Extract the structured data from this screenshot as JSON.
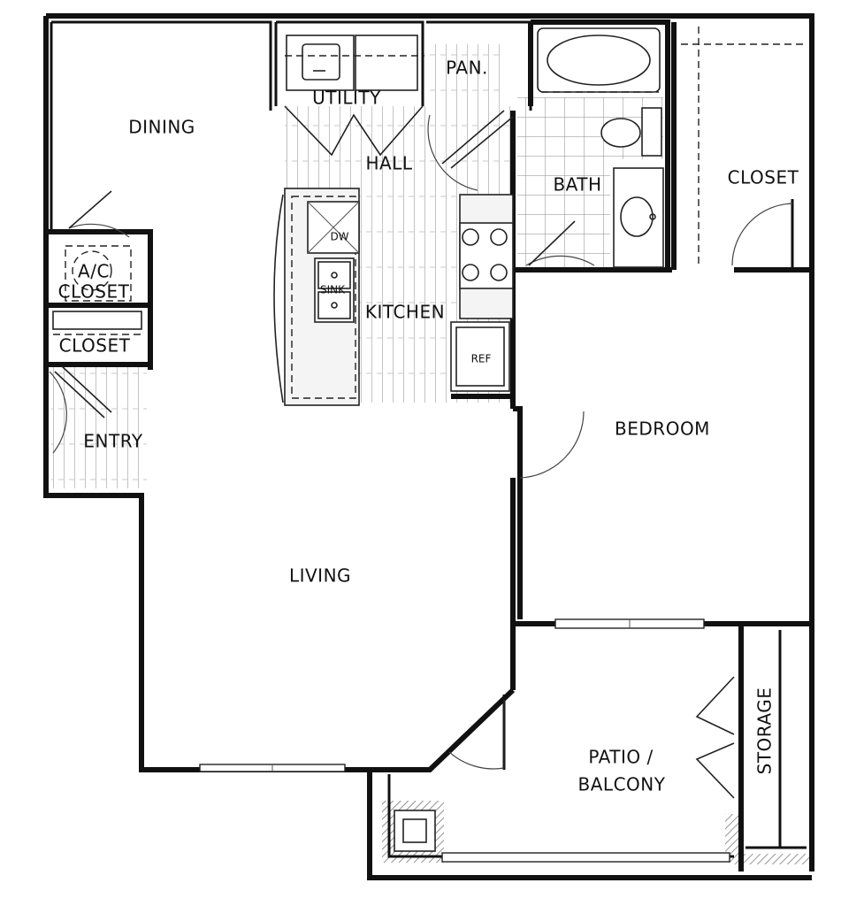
{
  "rooms": {
    "dining": "DINING",
    "utility": "UTILITY",
    "pantry": "PAN.",
    "hall": "HALL",
    "bath": "BATH",
    "closet_bedroom": "CLOSET",
    "ac_closet": "A/C\nCLOSET",
    "ac_label": "A/C",
    "ac_closet_label": "CLOSET",
    "entry_closet": "CLOSET",
    "entry": "ENTRY",
    "kitchen": "KITCHEN",
    "bedroom": "BEDROOM",
    "living": "LIVING",
    "patio_line1": "PATIO /",
    "patio_line2": "BALCONY",
    "storage": "STORAGE"
  },
  "appliances": {
    "dishwasher": "DW",
    "sink": "SINK",
    "refrigerator": "REF"
  }
}
